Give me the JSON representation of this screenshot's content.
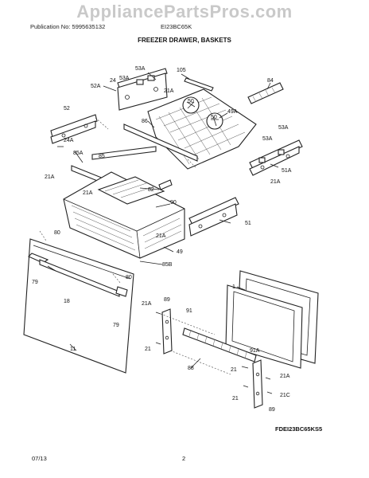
{
  "header": {
    "watermark": "AppliancePartsPros.com",
    "publication": "Publication No: 5995635132",
    "model": "EI23BC65K",
    "title": "FREEZER DRAWER, BASKETS"
  },
  "footer": {
    "date": "07/13",
    "page": "2",
    "diagram_code": "FDEI23BC65KS5"
  },
  "labels": {
    "l53A_top": "53A",
    "l52A": "52A",
    "l24_top": "24",
    "l53A_b": "53A",
    "l21A_top": "21A",
    "l105": "105",
    "l84": "84",
    "l50a": "50",
    "l50b": "50",
    "l49A": "49A",
    "l52": "52",
    "l86": "86",
    "l24A": "24A",
    "l85A": "85A",
    "l85": "85",
    "l53A_r1": "53A",
    "l53A_r2": "53A",
    "l51A": "51A",
    "l21A_r": "21A",
    "l21A_left": "21A",
    "l21A_mid": "21A",
    "l82": "82",
    "l90": "90",
    "l51": "51",
    "l80_top": "80",
    "l21A_low": "21A",
    "l49": "49",
    "l79_left": "79",
    "l85B": "85B",
    "l80_right": "80",
    "l1": "1",
    "l18": "18",
    "l89_top": "89",
    "l21A_89": "21A",
    "l91": "91",
    "l79_right": "79",
    "l11": "11",
    "l21_left": "21",
    "l91A": "91A",
    "l88": "88",
    "l21_mid": "21",
    "l21A_br": "21A",
    "l21_bot": "21",
    "l21C": "21C",
    "l89_bot": "89"
  }
}
